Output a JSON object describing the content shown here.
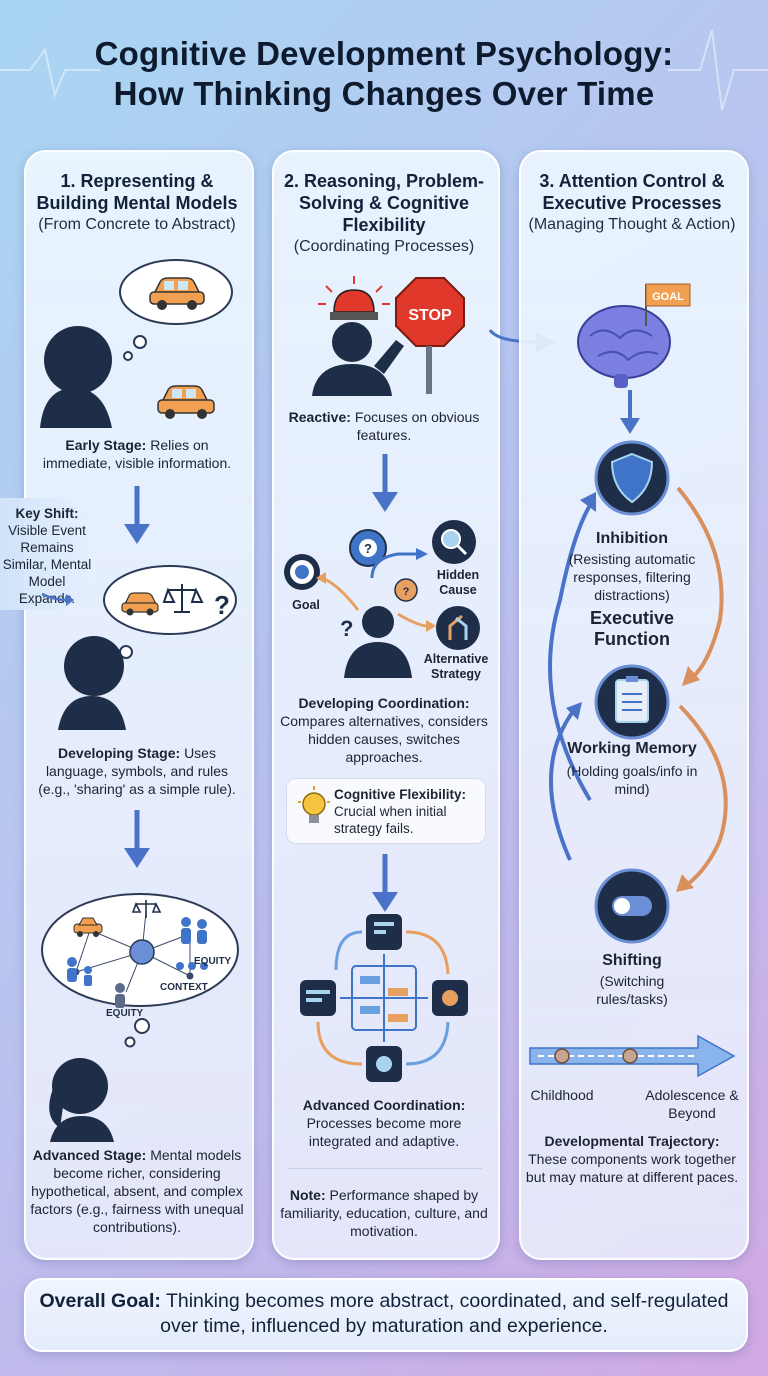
{
  "title": {
    "line1": "Cognitive Development Psychology:",
    "line2": "How Thinking Changes Over Time"
  },
  "panel1": {
    "title": "1. Representing & Building Mental Models",
    "subtitle": "(From Concrete to Abstract)",
    "early_label": "Early Stage:",
    "early_text": "Relies on immediate, visible information.",
    "key_shift_label": "Key Shift:",
    "key_shift_text": "Visible Event Remains Similar, Mental Model Expands.",
    "developing_label": "Developing Stage:",
    "developing_text": "Uses language, symbols, and rules (e.g., 'sharing' as a simple rule).",
    "cloud_labels": [
      "EQUITY",
      "CONTEXT",
      "EQUITY"
    ],
    "advanced_label": "Advanced Stage:",
    "advanced_text": "Mental models become richer, considering hypothetical, absent, and complex factors (e.g., fairness with unequal contributions)."
  },
  "panel2": {
    "title": "2. Reasoning, Problem-Solving & Cognitive Flexibility",
    "subtitle": "(Coordinating Processes)",
    "stop_sign": "STOP",
    "reactive_label": "Reactive:",
    "reactive_text": "Focuses on obvious features.",
    "goal_label": "Goal",
    "hidden_cause_label": "Hidden Cause",
    "alternative_label": "Alternative Strategy",
    "coordination_label": "Developing Coordination:",
    "coordination_text": "Compares alternatives, considers hidden causes, switches approaches.",
    "flex_label": "Cognitive Flexibility:",
    "flex_text": "Crucial when initial strategy fails.",
    "advanced_label": "Advanced Coordination:",
    "advanced_text": "Processes become more integrated and adaptive.",
    "note_label": "Note:",
    "note_text": "Performance shaped by familiarity, education, culture, and motivation."
  },
  "panel3": {
    "title": "3. Attention Control & Executive Processes",
    "subtitle": "(Managing Thought & Action)",
    "flag": "GOAL",
    "inhibition_label": "Inhibition",
    "inhibition_text": "(Resisting automatic responses, filtering distractions)",
    "executive_label": "Executive Function",
    "working_memory_label": "Working Memory",
    "working_memory_text": "(Holding goals/info in mind)",
    "shifting_label": "Shifting",
    "shifting_text": "(Switching rules/tasks)",
    "childhood": "Childhood",
    "adolescence": "Adolescence & Beyond",
    "trajectory_label": "Developmental Trajectory:",
    "trajectory_text": "These components work together but may mature at different paces."
  },
  "overall_goal": {
    "label": "Overall Goal:",
    "text": "Thinking becomes more abstract, coordinated, and self-regulated over time, influenced by maturation and experience."
  },
  "colors": {
    "accent_blue": "#4a73c8",
    "arrow_orange": "#d9905c",
    "shield_blue": "#3f74c8",
    "car_orange": "#f0a050"
  }
}
